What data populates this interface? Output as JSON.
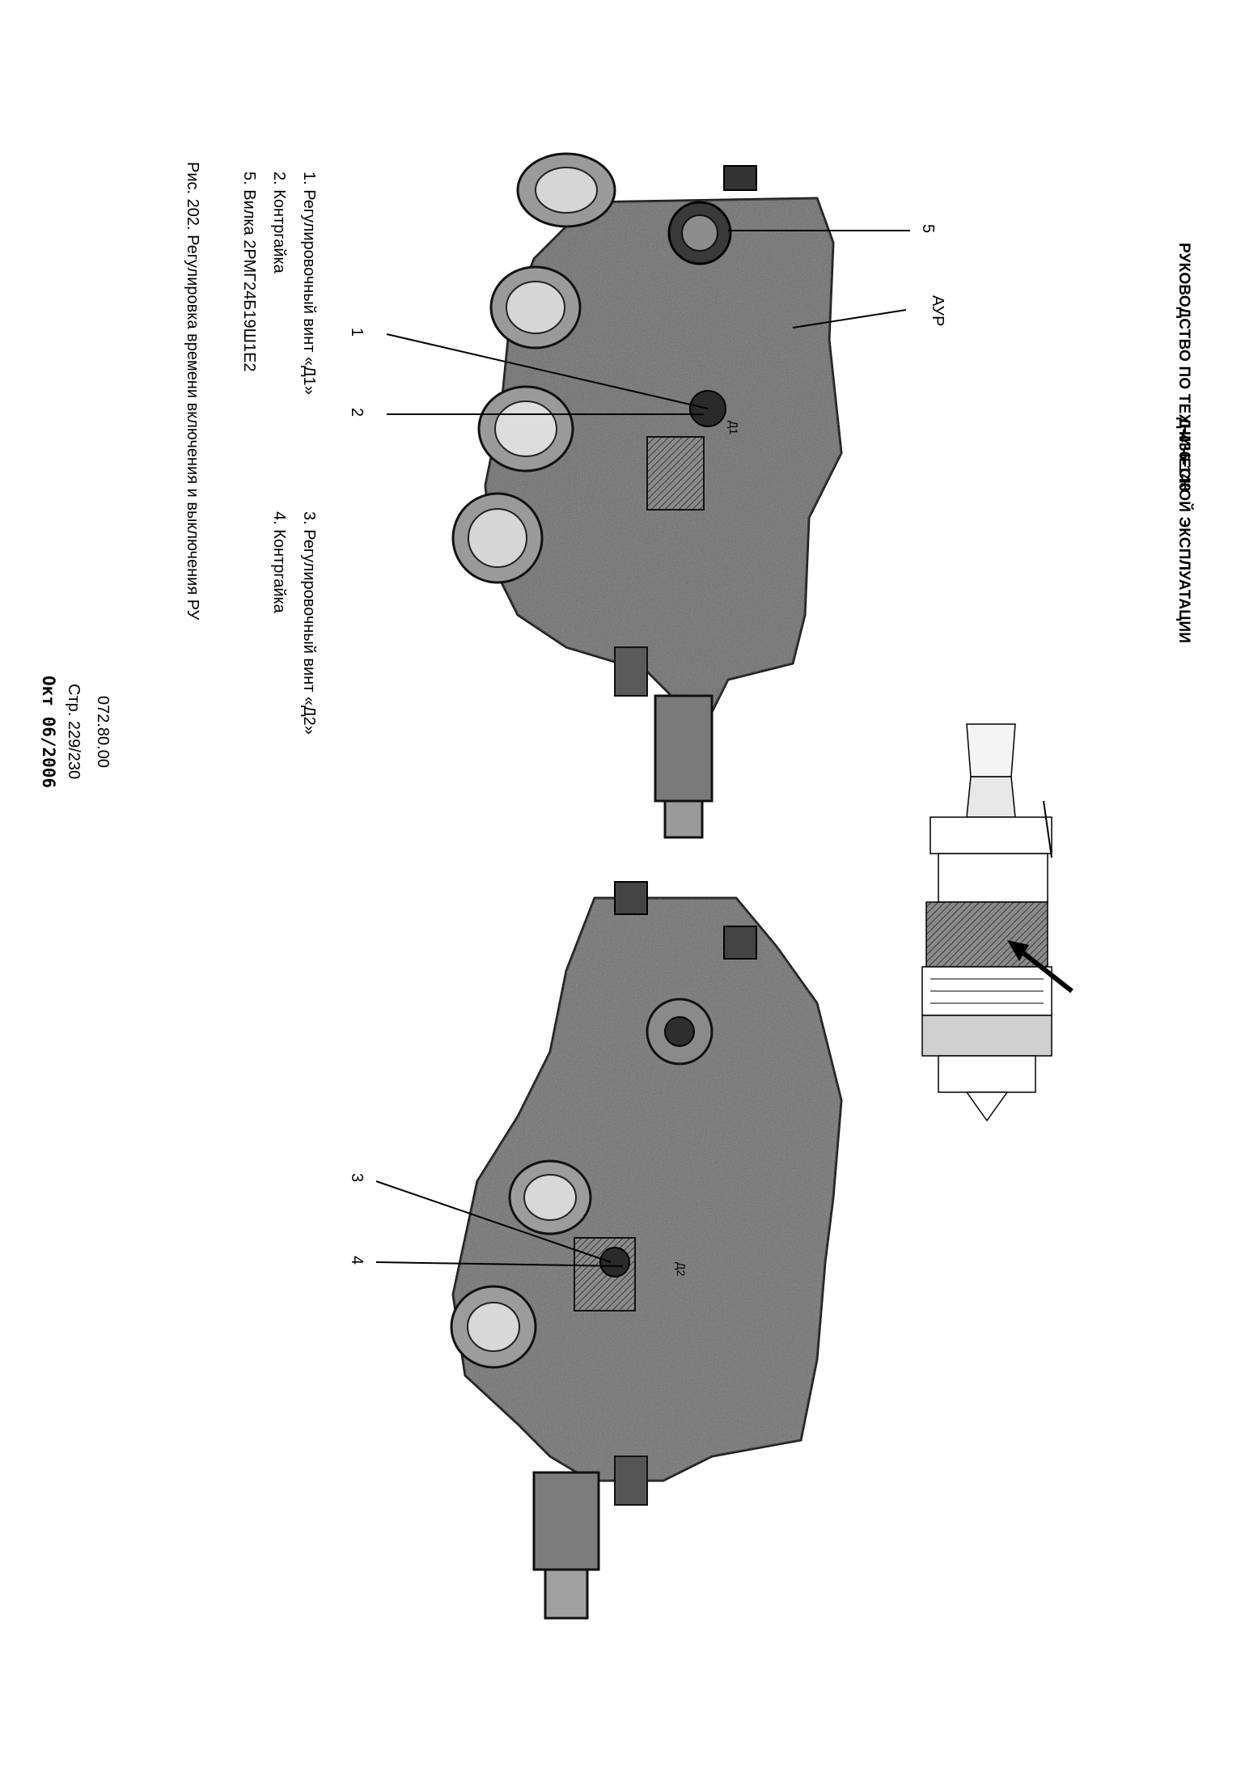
{
  "header": {
    "doc_code": "Д-436-148",
    "title": "РУКОВОДСТВО ПО ТЕХНИЧЕСКОЙ ЭКСПЛУАТАЦИИ"
  },
  "figure": {
    "callouts": [
      {
        "id": "1",
        "text": "1"
      },
      {
        "id": "2",
        "text": "2"
      },
      {
        "id": "3",
        "text": "3"
      },
      {
        "id": "4",
        "text": "4"
      },
      {
        "id": "5",
        "text": "5"
      }
    ],
    "unit_label": "АУР",
    "marks": {
      "d1": "Д1",
      "d2": "Д2"
    }
  },
  "legend": {
    "items": [
      "1. Регулировочный винт «Д1»",
      "2. Контргайка",
      "5. Вилка 2РМГ24Б19Ш1Е2",
      "3. Регулировочный винт «Д2»",
      "4. Контргайка"
    ]
  },
  "caption": "Рис. 202. Регулировка времени включения и выключения РУ",
  "footer": {
    "section": "072.80.00",
    "page": "Стр. 229/230",
    "date": "Окт 06/2006"
  }
}
